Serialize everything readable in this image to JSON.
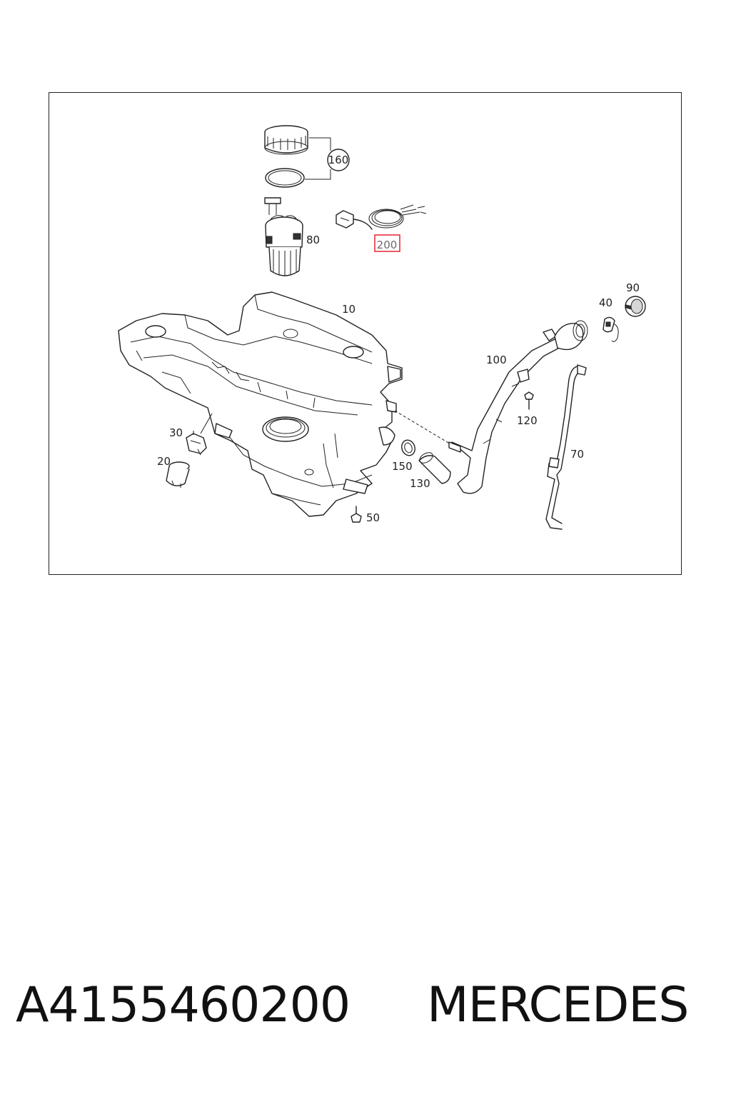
{
  "diagram": {
    "callouts": {
      "c10": "10",
      "c20": "20",
      "c30": "30",
      "c40": "40",
      "c50": "50",
      "c70": "70",
      "c80": "80",
      "c90": "90",
      "c100": "100",
      "c120": "120",
      "c130": "130",
      "c150": "150",
      "c160": "160",
      "c200": "200"
    },
    "highlight_color": "#e8323c"
  },
  "footer": {
    "part_number": "A4155460200",
    "brand": "MERCEDES"
  }
}
